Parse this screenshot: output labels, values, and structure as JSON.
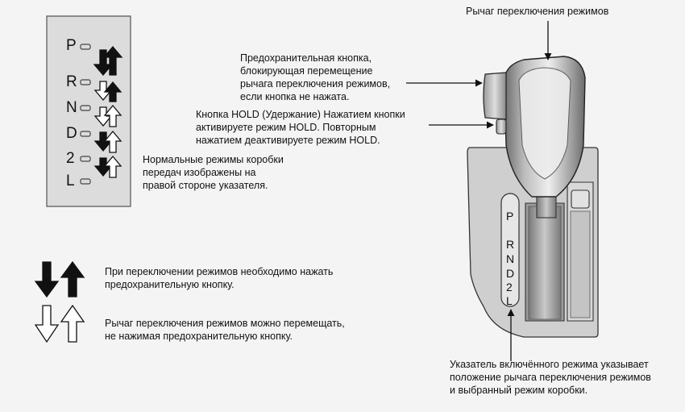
{
  "gate": {
    "letters": [
      "P",
      "R",
      "N",
      "D",
      "2",
      "L"
    ]
  },
  "indicator": {
    "letters": [
      "P",
      "R",
      "N",
      "D",
      "2",
      "L"
    ]
  },
  "labels": {
    "lever": "Рычаг переключения режимов",
    "safety_button": [
      "Предохранительная кнопка,",
      "блокирующая перемещение",
      "рычага переключения режимов,",
      "если кнопка не нажата."
    ],
    "hold_button": [
      "Кнопка HOLD (Удержание) Нажатием кнопки",
      "активируете режим HOLD. Повторным",
      "нажатием деактивируете режим HOLD."
    ],
    "normal_modes": [
      "Нормальные режимы коробки",
      "передач изображены на",
      "правой стороне указателя."
    ],
    "indicator_note": [
      "Указатель включённого режима указывает",
      "положение рычага переключения режимов",
      "и выбранный режим коробки."
    ]
  },
  "legend": {
    "press_required": [
      "При переключении режимов необходимо нажать",
      "предохранительную кнопку."
    ],
    "free_move": [
      "Рычаг переключения режимов можно перемещать,",
      "не нажимая предохранительную кнопку."
    ]
  },
  "colors": {
    "panel": "#dcdcdc",
    "arrow_filled": "#111111",
    "arrow_outline": "#ffffff"
  }
}
